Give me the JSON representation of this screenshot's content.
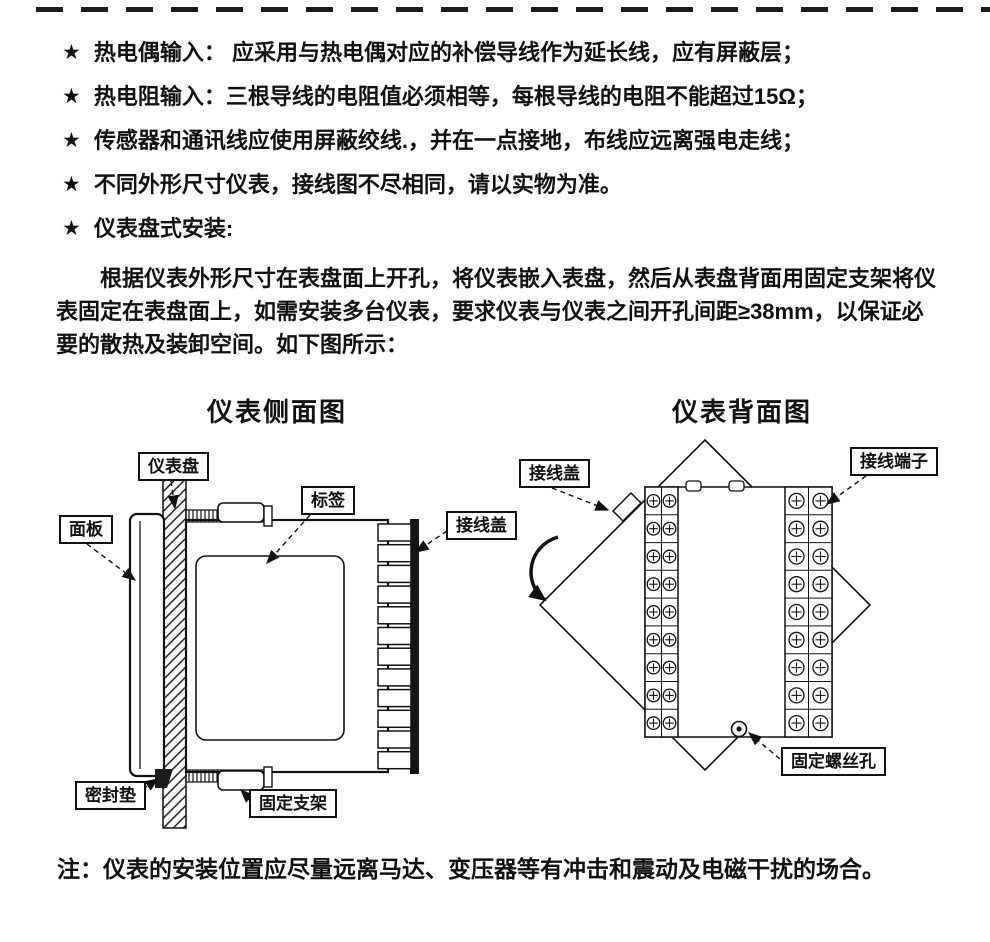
{
  "bullets": [
    {
      "marker": "★",
      "text": "热电偶输入： 应采用与热电偶对应的补偿导线作为延长线，应有屏蔽层；"
    },
    {
      "marker": "★",
      "text": "热电阻输入：三根导线的电阻值必须相等，每根导线的电阻不能超过15Ω；"
    },
    {
      "marker": "★",
      "text": "传感器和通讯线应使用屏蔽绞线.，并在一点接地，布线应远离强电走线；"
    },
    {
      "marker": "★",
      "text": "不同外形尺寸仪表，接线图不尽相同，请以实物为准。"
    },
    {
      "marker": "★",
      "text": "仪表盘式安装:"
    }
  ],
  "installation": {
    "paragraph": "根据仪表外形尺寸在表盘面上开孔，将仪表嵌入表盘，然后从表盘背面用固定支架将仪表固定在表盘面上，如需安装多台仪表，要求仪表与仪表之间开孔间距≥38mm，以保证必要的散热及装卸空间。如下图所示："
  },
  "diagrams": {
    "side_view": {
      "title": "仪表侧面图",
      "labels": {
        "panel": "仪表盘",
        "tag": "标签",
        "terminal_cover": "接线盖",
        "front_panel": "面板",
        "seal_gasket": "密封垫",
        "fixing_bracket": "固定支架"
      }
    },
    "back_view": {
      "title": "仪表背面图",
      "labels": {
        "terminal_cover": "接线盖",
        "terminals": "接线端子",
        "fixing_screw_hole": "固定螺丝孔"
      }
    }
  },
  "note": "注：仪表的安装位置应尽量远离马达、变压器等有冲击和震动及电磁干扰的场合。"
}
